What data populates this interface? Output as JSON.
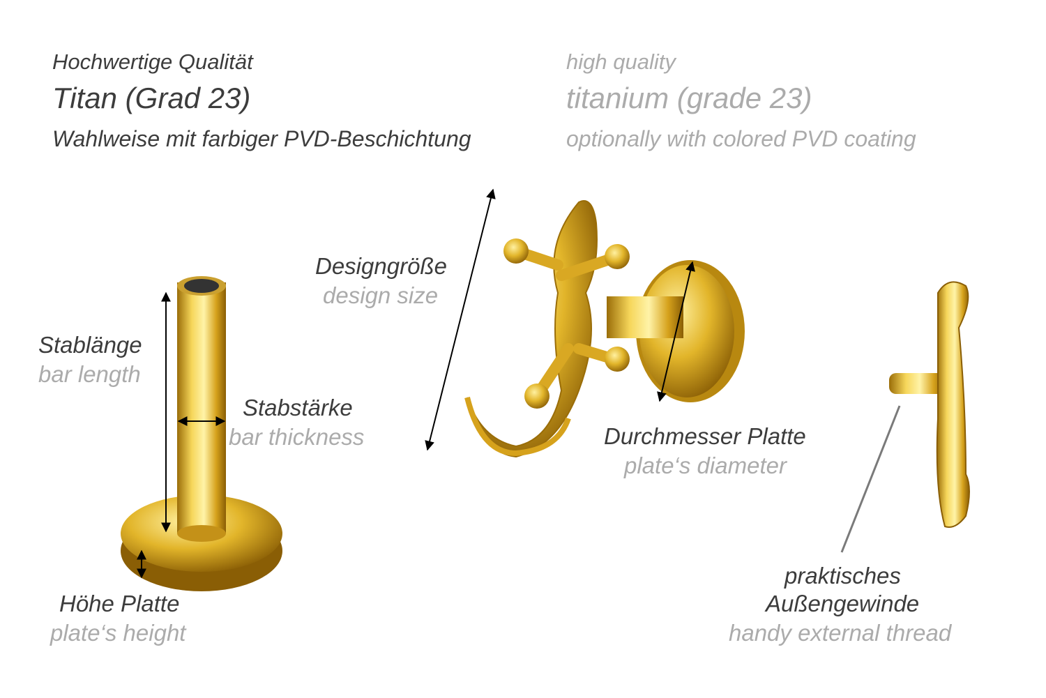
{
  "header": {
    "de": {
      "quality": "Hochwertige Qualität",
      "material": "Titan (Grad 23)",
      "coating": "Wahlweise mit farbiger PVD-Beschichtung"
    },
    "en": {
      "quality": "high quality",
      "material": "titanium (grade 23)",
      "coating": "optionally with colored PVD coating"
    }
  },
  "labels": {
    "bar_length": {
      "de": "Stablänge",
      "en": "bar length"
    },
    "bar_thickness": {
      "de": "Stabstärke",
      "en": "bar thickness"
    },
    "design_size": {
      "de": "Designgröße",
      "en": "design size"
    },
    "plate_diameter": {
      "de": "Durchmesser Platte",
      "en": "plate‘s diameter"
    },
    "plate_height": {
      "de": "Höhe Platte",
      "en": "plate‘s height"
    },
    "external_thread": {
      "de_line1": "praktisches",
      "de_line2": "Außengewinde",
      "en": "handy external thread"
    }
  },
  "colors": {
    "text_dark": "#3c3c3c",
    "text_light": "#ababab",
    "gold": "#e2b52a"
  }
}
